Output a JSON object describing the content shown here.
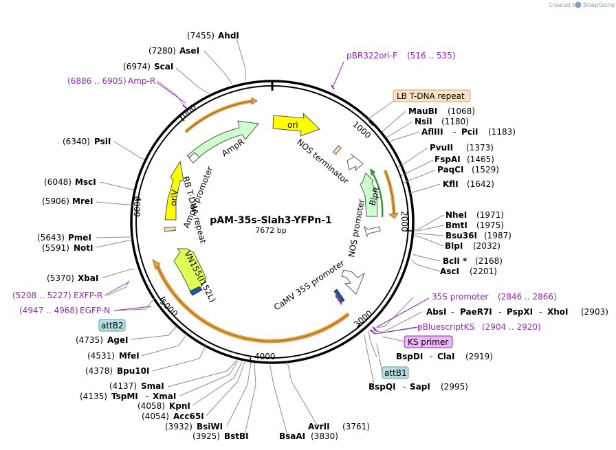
{
  "plasmid": {
    "name": "pAM-35s-Slah3-YFPn-1",
    "size": "7672 bp"
  },
  "credit": {
    "created_by": "Created by",
    "brand": "SnapGene"
  },
  "ticks": [
    "1000",
    "2000",
    "3000",
    "4000",
    "5000",
    "6000",
    "7000"
  ],
  "features": [
    {
      "name": "ori",
      "color": "#ffff00"
    },
    {
      "name": "AmpR",
      "color": "#ccffcc"
    },
    {
      "name": "AmpR promoter",
      "color": "#ffffff"
    },
    {
      "name": "oriV",
      "color": "#ffff00"
    },
    {
      "name": "RB T-DNA repeat",
      "color": "#ffe0b0"
    },
    {
      "name": "VN155(I152L)",
      "color": "#ddff55"
    },
    {
      "name": "CaMV 35S promoter",
      "color": "#ffffff"
    },
    {
      "name": "NOS promoter",
      "color": "#ffffff"
    },
    {
      "name": "BlpR",
      "color": "#ccffcc"
    },
    {
      "name": "NOS terminator",
      "color": "#ffffff"
    }
  ],
  "boxed_labels": [
    {
      "text": "LB T-DNA repeat",
      "fill": "#fde3c4",
      "stroke": "#c8a070"
    },
    {
      "text": "attB2",
      "fill": "#b6dde4",
      "stroke": "#6a9aa5"
    },
    {
      "text": "attB1",
      "fill": "#b6dde4",
      "stroke": "#6a9aa5"
    },
    {
      "text": "KS primer",
      "fill": "#eab8f2",
      "stroke": "#9b22c8"
    }
  ],
  "primers": [
    {
      "name": "pBR322ori-F",
      "range": "(516 .. 535)"
    },
    {
      "name": "Amp-R",
      "range": "(6886 .. 6905)"
    },
    {
      "name": "EXFP-R",
      "range": "(5208 .. 5227)"
    },
    {
      "name": "EGFP-N",
      "range": "(4947 .. 4968)"
    },
    {
      "name": "35S promoter",
      "range": "(2846 .. 2866)"
    },
    {
      "name": "pBluescriptKS",
      "range": "(2904 .. 2920)"
    }
  ],
  "sites": [
    {
      "name": "AhdI",
      "pos": "(7455)"
    },
    {
      "name": "AseI",
      "pos": "(7280)"
    },
    {
      "name": "ScaI",
      "pos": "(6974)"
    },
    {
      "name": "PsiI",
      "pos": "(6340)"
    },
    {
      "name": "MscI",
      "pos": "(6048)"
    },
    {
      "name": "MreI",
      "pos": "(5906)"
    },
    {
      "name": "PmeI",
      "pos": "(5643)"
    },
    {
      "name": "NotI",
      "pos": "(5591)"
    },
    {
      "name": "XbaI",
      "pos": "(5370)"
    },
    {
      "name": "AgeI",
      "pos": "(4735)"
    },
    {
      "name": "MfeI",
      "pos": "(4531)"
    },
    {
      "name": "Bpu10I",
      "pos": "(4378)"
    },
    {
      "name": "SmaI",
      "pos": "(4137)"
    },
    {
      "name": "TspMI",
      "pos": "(4135)",
      "pair": "XmaI"
    },
    {
      "name": "KpnI",
      "pos": "(4058)"
    },
    {
      "name": "Acc65I",
      "pos": "(4054)"
    },
    {
      "name": "BsiWI",
      "pos": "(3932)"
    },
    {
      "name": "BstBI",
      "pos": "(3925)"
    },
    {
      "name": "BsaAI",
      "pos": "(3830)"
    },
    {
      "name": "AvrII",
      "pos": "(3761)"
    },
    {
      "name": "BspQI",
      "pos": "(2995)",
      "pair": "SapI"
    },
    {
      "name": "BspDI",
      "pos": "(2919)",
      "pair": "ClaI"
    },
    {
      "name": "AbsI",
      "pos": "(2903)",
      "pair": "PaeR7I",
      "pair2": "PspXI",
      "pair3": "XhoI"
    },
    {
      "name": "AscI",
      "pos": "(2201)"
    },
    {
      "name": "BclI *",
      "pos": "(2168)"
    },
    {
      "name": "BlpI",
      "pos": "(2032)"
    },
    {
      "name": "Bsu36I",
      "pos": "(1987)"
    },
    {
      "name": "BmtI",
      "pos": "(1975)"
    },
    {
      "name": "NheI",
      "pos": "(1971)"
    },
    {
      "name": "KflI",
      "pos": "(1642)"
    },
    {
      "name": "PaqCI",
      "pos": "(1529)"
    },
    {
      "name": "FspAI",
      "pos": "(1465)"
    },
    {
      "name": "PvuII",
      "pos": "(1373)"
    },
    {
      "name": "AflIII",
      "pos": "(1183)",
      "pair": "PciI"
    },
    {
      "name": "NsiI",
      "pos": "(1180)"
    },
    {
      "name": "MauBI",
      "pos": "(1068)"
    }
  ],
  "separator": "-"
}
